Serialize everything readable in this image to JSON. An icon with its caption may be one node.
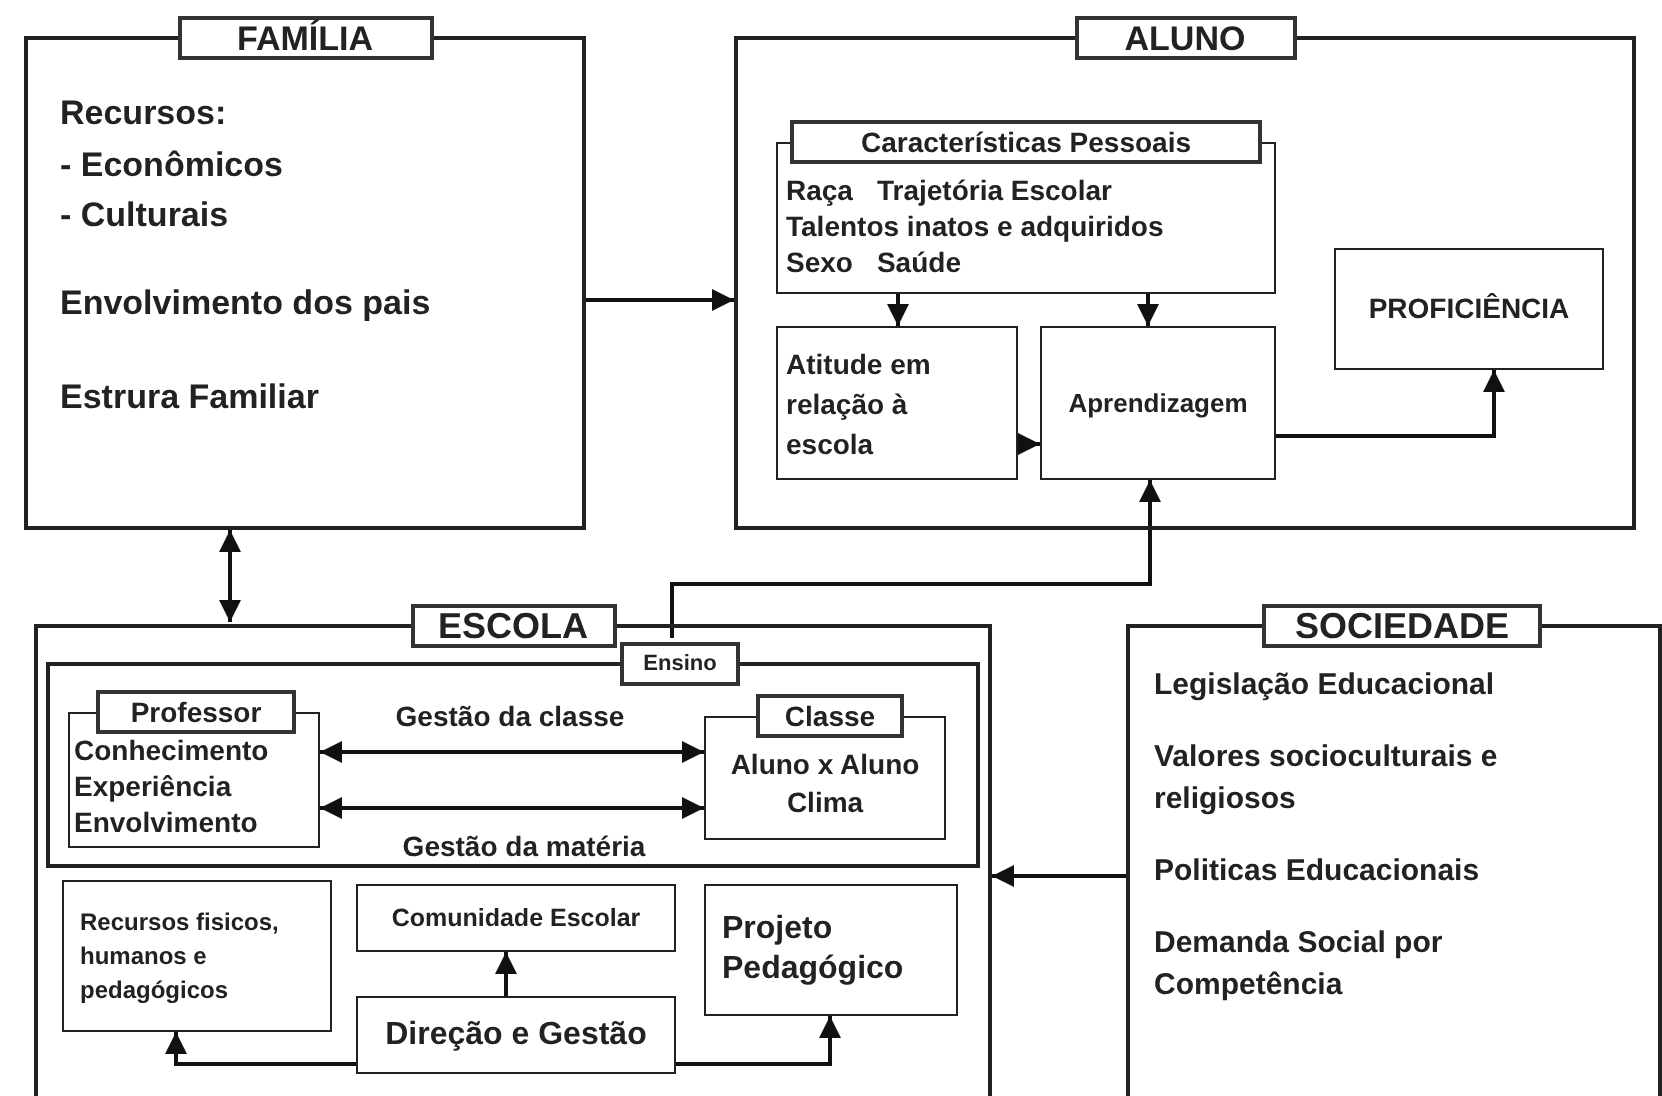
{
  "diagram": {
    "nodes": [
      {
        "text": [
          "FAMÍLIA",
          "Recursos:",
          "- Econômicos",
          "- Culturais",
          "Envolvimento dos pais",
          "Estrura Familiar"
        ]
      },
      {
        "text": [
          "ALUNO"
        ]
      },
      {
        "text": [
          "Características Pessoais",
          "Raça",
          "Trajetória Escolar",
          "Talentos inatos e adquiridos",
          "Sexo",
          "Saúde"
        ],
        "in": 1
      },
      {
        "text": [
          "Atitude em relação à escola"
        ],
        "in": 1
      },
      {
        "text": [
          "Aprendizagem"
        ],
        "in": 1
      },
      {
        "text": [
          "PROFICIÊNCIA"
        ],
        "in": 1
      },
      {
        "text": [
          "ESCOLA"
        ]
      },
      {
        "text": [
          "Ensino"
        ],
        "in": 6
      },
      {
        "text": [
          "Professor",
          "Conhecimento",
          "Experiência",
          "Envolvimento"
        ],
        "in": 7
      },
      {
        "text": [
          "Classe",
          "Aluno x Aluno",
          "Clima"
        ],
        "in": 7
      },
      {
        "text": [
          "Recursos fisicos, humanos e pedagógicos"
        ],
        "in": 6
      },
      {
        "text": [
          "Comunidade Escolar"
        ],
        "in": 6
      },
      {
        "text": [
          "Projeto Pedagógico"
        ],
        "in": 6
      },
      {
        "text": [
          "Direção e Gestão"
        ],
        "in": 6
      },
      {
        "text": [
          "SOCIEDADE",
          "Legislação Educacional",
          "Valores socioculturais e religiosos",
          "Politicas Educacionais",
          "Demanda Social por Competência"
        ]
      }
    ],
    "edges": [
      {
        "from": 0,
        "to": 1,
        "arrow": "to"
      },
      {
        "from": 0,
        "to": 6,
        "arrow": "both"
      },
      {
        "from": 2,
        "to": 3,
        "arrow": "to"
      },
      {
        "from": 2,
        "to": 4,
        "arrow": "to"
      },
      {
        "from": 3,
        "to": 4,
        "arrow": "to"
      },
      {
        "from": 4,
        "to": 5,
        "arrow": "to"
      },
      {
        "from": 7,
        "to": 4,
        "arrow": "to"
      },
      {
        "from": 14,
        "to": 6,
        "arrow": "to"
      },
      {
        "from": 8,
        "to": 9,
        "arrow": "both",
        "label": "Gestão da classe"
      },
      {
        "from": 8,
        "to": 9,
        "arrow": "both",
        "label": "Gestão da matéria"
      },
      {
        "from": 13,
        "to": 11,
        "arrow": "to"
      },
      {
        "from": 13,
        "to": 10,
        "arrow": "to"
      },
      {
        "from": 13,
        "to": 12,
        "arrow": "to"
      }
    ]
  }
}
